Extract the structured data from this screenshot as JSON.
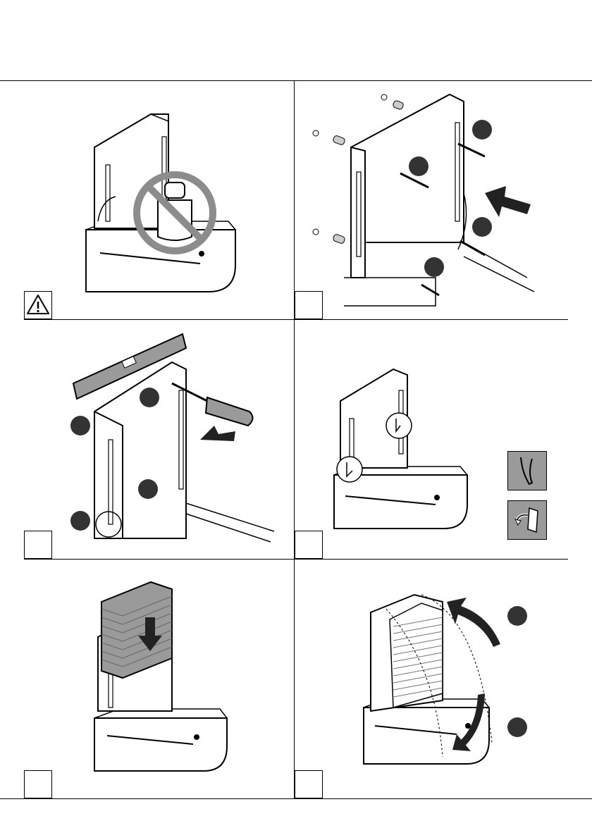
{
  "document": {
    "header_blank": "",
    "panels": [
      {
        "id": 1,
        "step_label": "",
        "icon": "warning-icon",
        "content": "no-heavy-objects-on-base"
      },
      {
        "id": 2,
        "step_label": "",
        "icon": "",
        "content": "wall-mounting-screws"
      },
      {
        "id": 3,
        "step_label": "",
        "icon": "",
        "content": "level-and-screwdriver"
      },
      {
        "id": 4,
        "step_label": "",
        "icon": "",
        "content": "hook-and-clip-detail"
      },
      {
        "id": 5,
        "step_label": "",
        "icon": "",
        "content": "insert-towel-stack"
      },
      {
        "id": 6,
        "step_label": "",
        "icon": "",
        "content": "close-cover"
      }
    ]
  },
  "colors": {
    "line": "#000000",
    "fill_gray": "#9a9a9a",
    "fill_dark": "#333333",
    "background": "#ffffff"
  }
}
